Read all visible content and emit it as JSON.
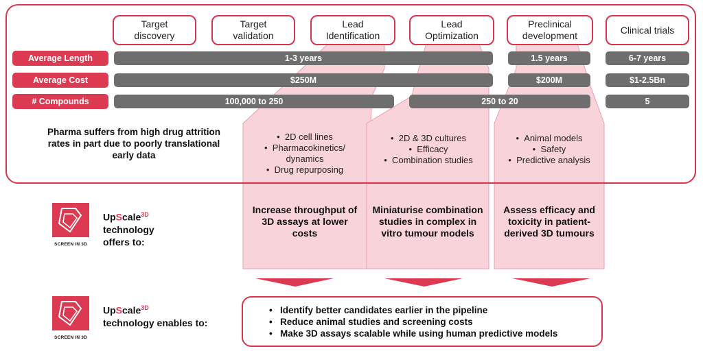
{
  "stages": [
    {
      "label": "Target\ndiscovery"
    },
    {
      "label": "Target\nvalidation"
    },
    {
      "label": "Lead\nIdentification"
    },
    {
      "label": "Lead\nOptimization"
    },
    {
      "label": "Preclinical\ndevelopment"
    },
    {
      "label": "Clinical trials"
    }
  ],
  "row_labels": {
    "length": "Average Length",
    "cost": "Average Cost",
    "compounds": "# Compounds"
  },
  "length_bars": [
    "1-3 years",
    "1.5 years",
    "6-7 years"
  ],
  "cost_bars": [
    "$250M",
    "$200M",
    "$1-2.5Bn"
  ],
  "compound_bars": [
    "100,000 to 250",
    "250 to 20",
    "5"
  ],
  "problem_statement": "Pharma suffers from high drug attrition rates in part due to poorly translational early data",
  "bullets": {
    "lead_identification": [
      "2D cell lines",
      "Pharmacokinetics/ dynamics",
      "Drug repurposing"
    ],
    "lead_optimization": [
      "2D & 3D cultures",
      "Efficacy",
      "Combination studies"
    ],
    "preclinical": [
      "Animal models",
      "Safety",
      "Predictive analysis"
    ]
  },
  "offers": [
    "Increase throughput of 3D assays at lower costs",
    "Miniaturise combination studies in complex in vitro tumour models",
    "Assess efficacy and toxicity in patient-derived 3D tumours"
  ],
  "brand": {
    "up": "Up",
    "s": "S",
    "cale": "cale",
    "sup": "3D",
    "offers_text": "technology offers to:",
    "enables_text": "technology enables to:",
    "logo_caption": "SCREEN IN 3D"
  },
  "enables": [
    "Identify better candidates earlier in the pipeline",
    "Reduce animal studies and screening costs",
    "Make 3D assays scalable while using human predictive models"
  ],
  "colors": {
    "accent": "#dc3a52",
    "bar": "#6e6e6e",
    "funnel": "#f9d3da"
  }
}
